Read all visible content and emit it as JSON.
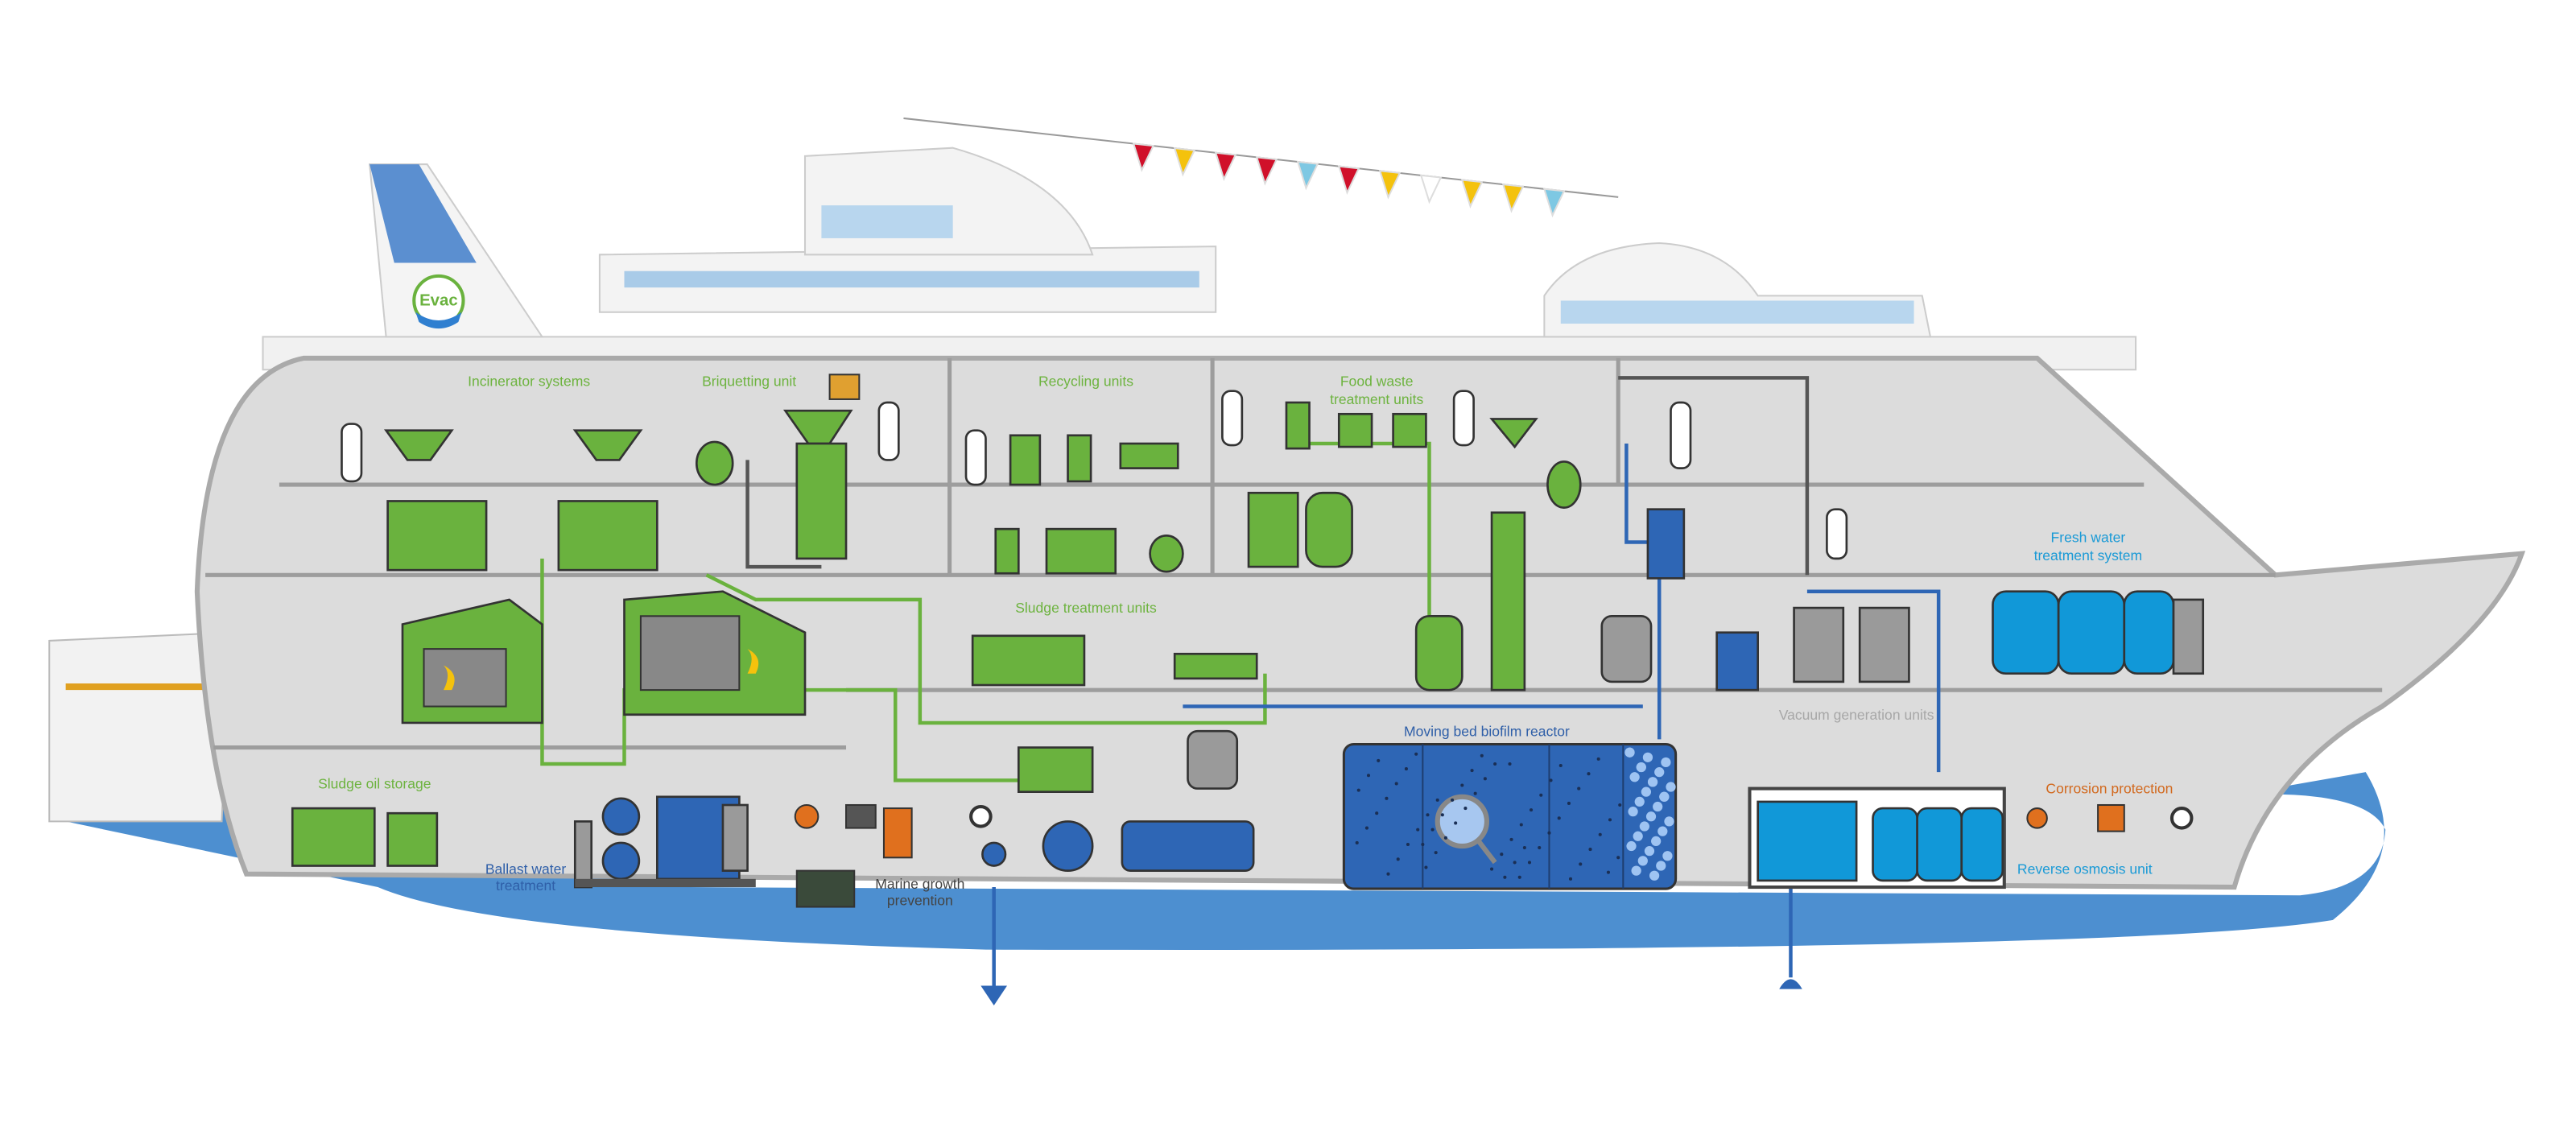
{
  "logo": {
    "text": "Evac"
  },
  "labels": {
    "incinerator": "Incinerator systems",
    "briquetting": "Briquetting unit",
    "recycling": "Recycling units",
    "food_waste_1": "Food waste",
    "food_waste_2": "treatment units",
    "fresh_water_1": "Fresh water",
    "fresh_water_2": "treatment system",
    "sludge_treatment": "Sludge treatment units",
    "mbbr": "Moving bed biofilm reactor",
    "vacuum": "Vacuum generation units",
    "corrosion": "Corrosion protection",
    "reverse_osmosis": "Reverse osmosis unit",
    "sludge_oil": "Sludge oil storage",
    "ballast_1": "Ballast water",
    "ballast_2": "treatment",
    "marine_1": "Marine growth",
    "marine_2": "prevention"
  },
  "colors": {
    "green": "#6ab23e",
    "dark_blue": "#2e66b5",
    "light_blue": "#1198d8",
    "orange": "#d2691e",
    "hull_grey": "#dcdcdc",
    "water": "#4d8fd0"
  },
  "flags": [
    "#d0102a",
    "#f4c20d",
    "#d0102a",
    "#d0102a",
    "#7ec8e3",
    "#d0102a",
    "#f4c20d",
    "#ffffff",
    "#f4c20d",
    "#f4c20d",
    "#7ec8e3"
  ]
}
